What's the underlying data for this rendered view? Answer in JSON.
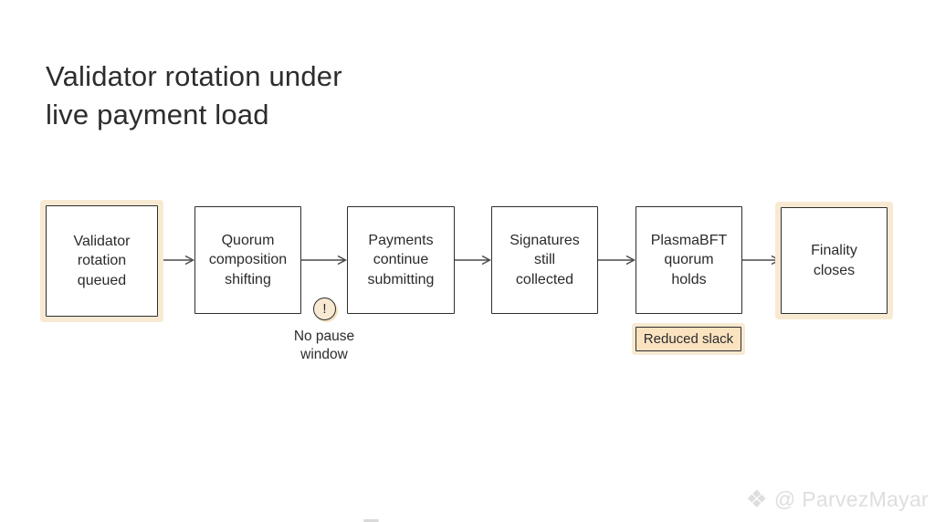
{
  "title": "Validator rotation under\nlive payment load",
  "colors": {
    "highlight_halo": "#f8ead2",
    "badge_background": "#fbe3c0",
    "box_border": "#2e2e2e",
    "arrow": "#4a4a4a",
    "watermark": "#dedede"
  },
  "flow": {
    "nodes": [
      {
        "label": "Validator\nrotation\nqueued",
        "highlighted": true
      },
      {
        "label": "Quorum\ncomposition\nshifting",
        "highlighted": false
      },
      {
        "label": "Payments\ncontinue\nsubmitting",
        "highlighted": false
      },
      {
        "label": "Signatures\nstill\ncollected",
        "highlighted": false
      },
      {
        "label": "PlasmaBFT\nquorum\nholds",
        "highlighted": false,
        "badge": "Reduced slack"
      },
      {
        "label": "Finality\ncloses",
        "highlighted": true
      }
    ],
    "annotation": {
      "icon": "exclamation-icon",
      "symbol": "!",
      "text": "No pause\nwindow"
    }
  },
  "watermark": {
    "icon": "diamond-logo-icon",
    "glyph": "❖",
    "text": "@ ParvezMayar"
  }
}
